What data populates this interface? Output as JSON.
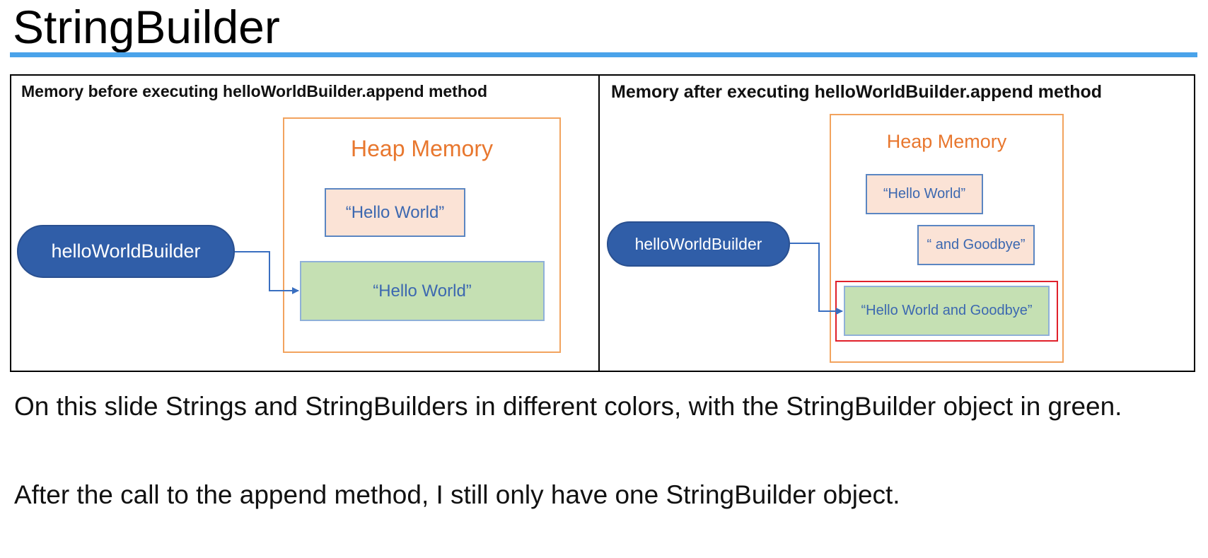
{
  "slide": {
    "title": "StringBuilder",
    "paragraph_1": "On this slide Strings and StringBuilders in different colors, with the StringBuilder object in green.",
    "paragraph_2": "After the call to the append method, I still only have one StringBuilder object."
  },
  "colors": {
    "title_rule": "#4aa3ea",
    "heap_border": "#f2a35e",
    "heap_label": "#e8772e",
    "string_fill": "#fbe3d6",
    "builder_fill": "#c5e0b3",
    "reference_fill": "#305ea8",
    "highlight": "#e0202a",
    "arrow": "#3a6fc0"
  },
  "before_panel": {
    "heading": "Memory before executing helloWorldBuilder.append method",
    "heap_label": "Heap Memory",
    "string_object": "“Hello World”",
    "builder_object": "“Hello World”",
    "reference": "helloWorldBuilder"
  },
  "after_panel": {
    "heading": "Memory after executing helloWorldBuilder.append method",
    "heap_label": "Heap Memory",
    "string_object_1": "“Hello World”",
    "string_object_2": "“ and Goodbye”",
    "builder_object": "“Hello World and Goodbye”",
    "reference": "helloWorldBuilder"
  }
}
